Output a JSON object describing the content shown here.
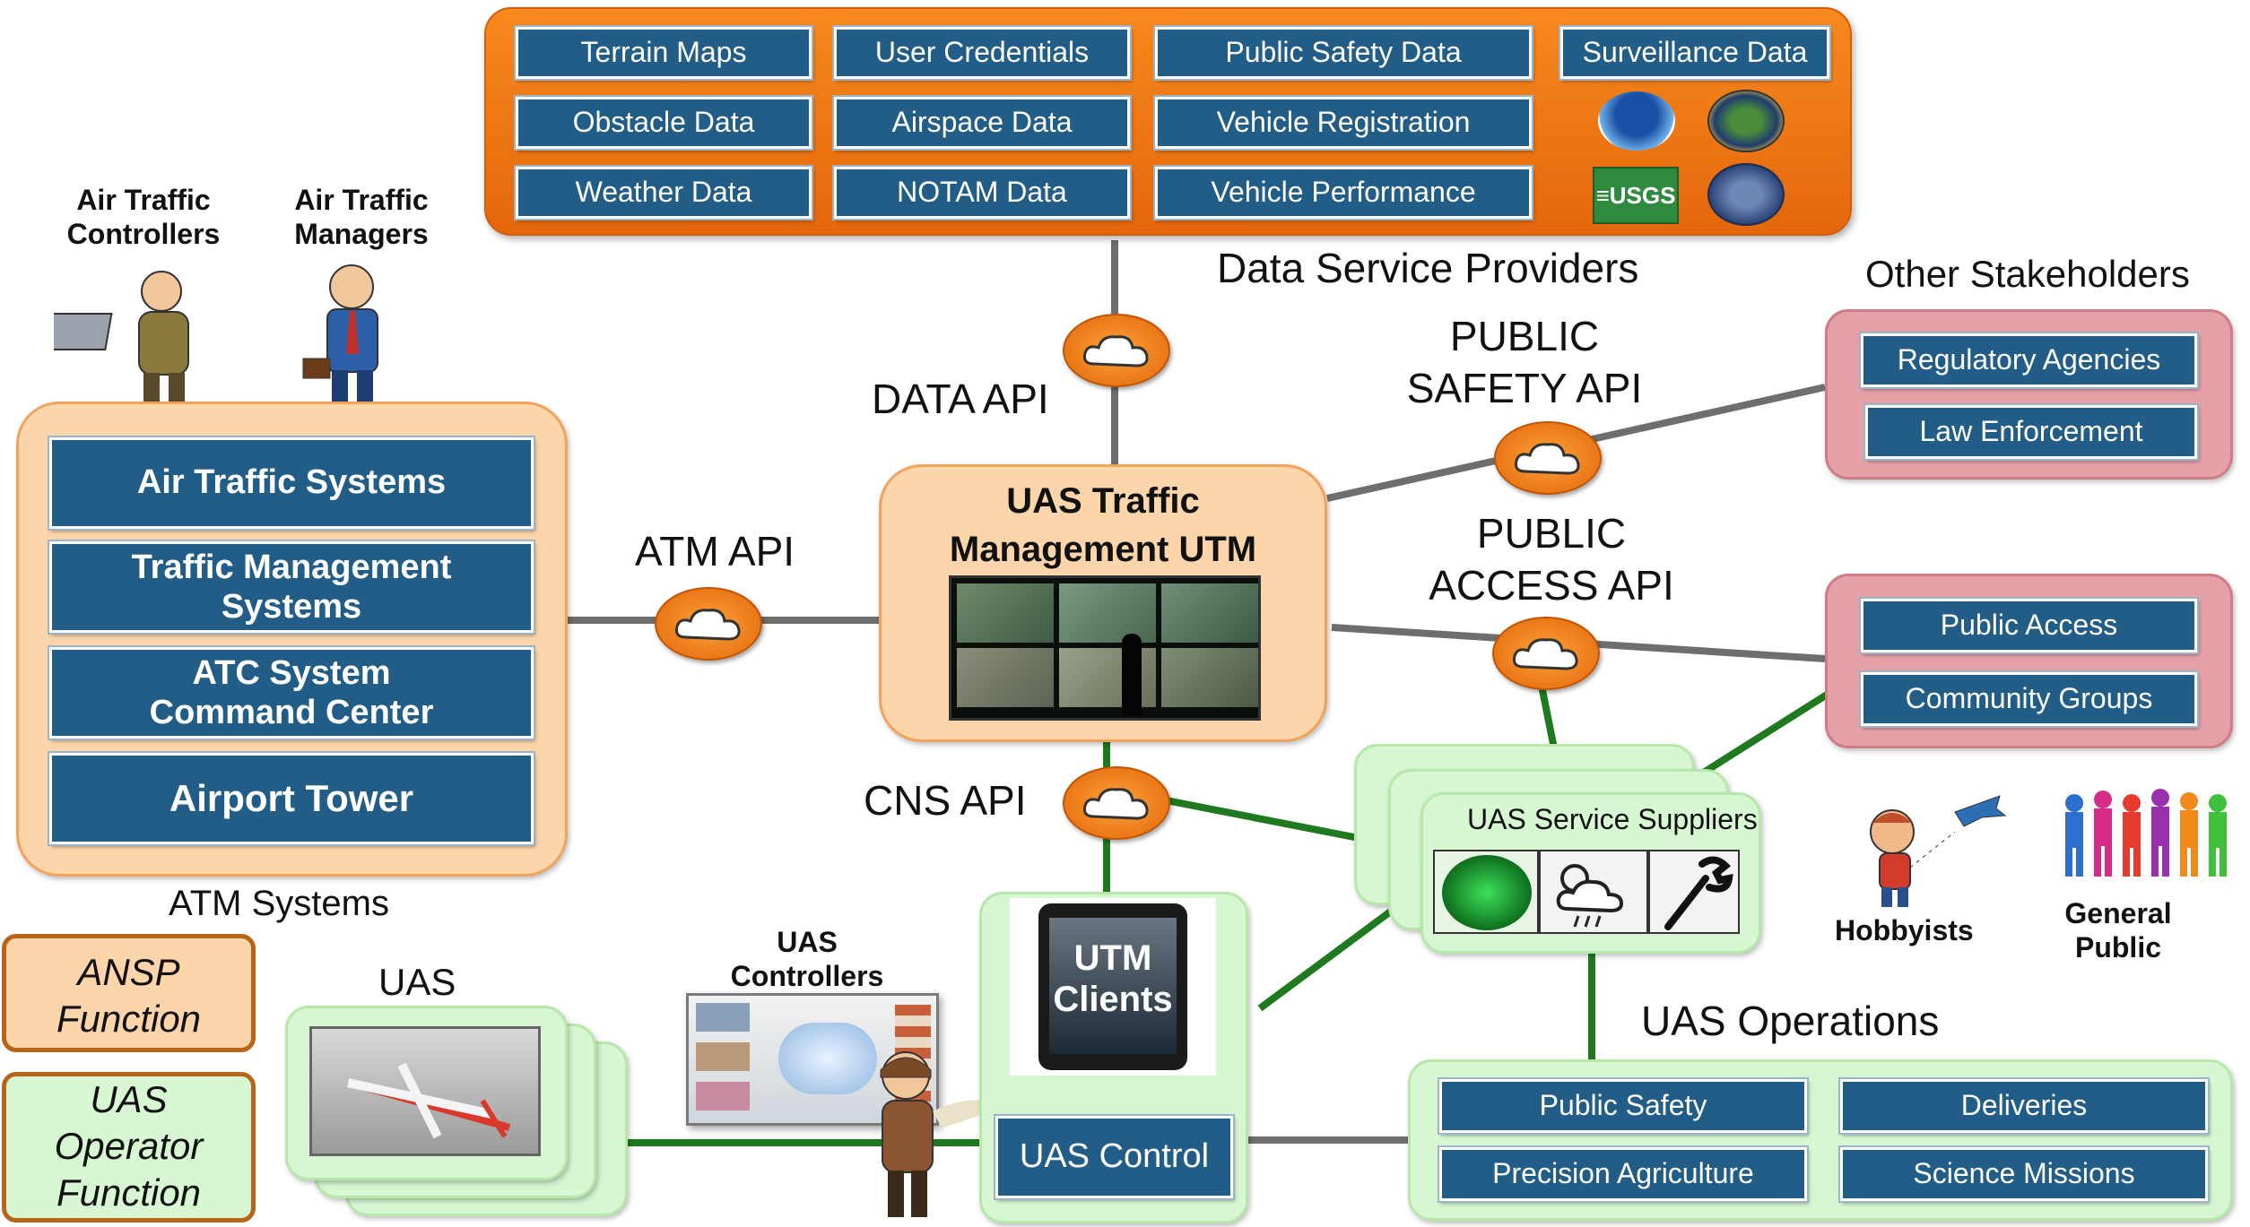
{
  "data_providers": {
    "items": [
      "Terrain Maps",
      "User Credentials",
      "Public Safety Data",
      "Surveillance Data",
      "Obstacle Data",
      "Airspace Data",
      "Vehicle Registration",
      "Weather Data",
      "NOTAM Data",
      "Vehicle Performance"
    ],
    "logo_usgs": "≡USGS",
    "title": "Data Service Providers"
  },
  "apis": {
    "data": "DATA  API",
    "public_safety_1": "PUBLIC",
    "public_safety_2": "SAFETY API",
    "public_access_1": "PUBLIC",
    "public_access_2": "ACCESS API",
    "atm": "ATM API",
    "cns": "CNS  API"
  },
  "utm": {
    "title_1": "UAS Traffic",
    "title_2": "Management UTM"
  },
  "atm": {
    "controllers_1": "Air Traffic",
    "controllers_2": "Controllers",
    "managers_1": "Air Traffic",
    "managers_2": "Managers",
    "systems": [
      "Air Traffic Systems",
      "Traffic Management Systems",
      "ATC System Command Center",
      "Airport Tower"
    ],
    "label": "ATM Systems"
  },
  "stakeholders": {
    "title": "Other Stakeholders",
    "group1": [
      "Regulatory Agencies",
      "Law Enforcement"
    ],
    "group2": [
      "Public Access",
      "Community Groups"
    ]
  },
  "uss": {
    "title": "UAS Service Suppliers"
  },
  "people": {
    "hobbyists": "Hobbyists",
    "general_1": "General",
    "general_2": "Public"
  },
  "operations": {
    "title": "UAS Operations",
    "items": [
      "Public Safety",
      "Deliveries",
      "Precision Agriculture",
      "Science Missions"
    ]
  },
  "legend": {
    "ansp_1": "ANSP",
    "ansp_2": "Function",
    "uas_op_1": "UAS",
    "uas_op_2": "Operator",
    "uas_op_3": "Function"
  },
  "uas": {
    "label": "UAS",
    "controllers_1": "UAS",
    "controllers_2": "Controllers"
  },
  "clients": {
    "line1": "UTM",
    "line2": "Clients",
    "control": "UAS Control"
  },
  "colors": {
    "navy": "#215d86",
    "orange": "#f07a16",
    "green_link": "#1f7a1f",
    "gray_link": "#6e6e6e"
  }
}
